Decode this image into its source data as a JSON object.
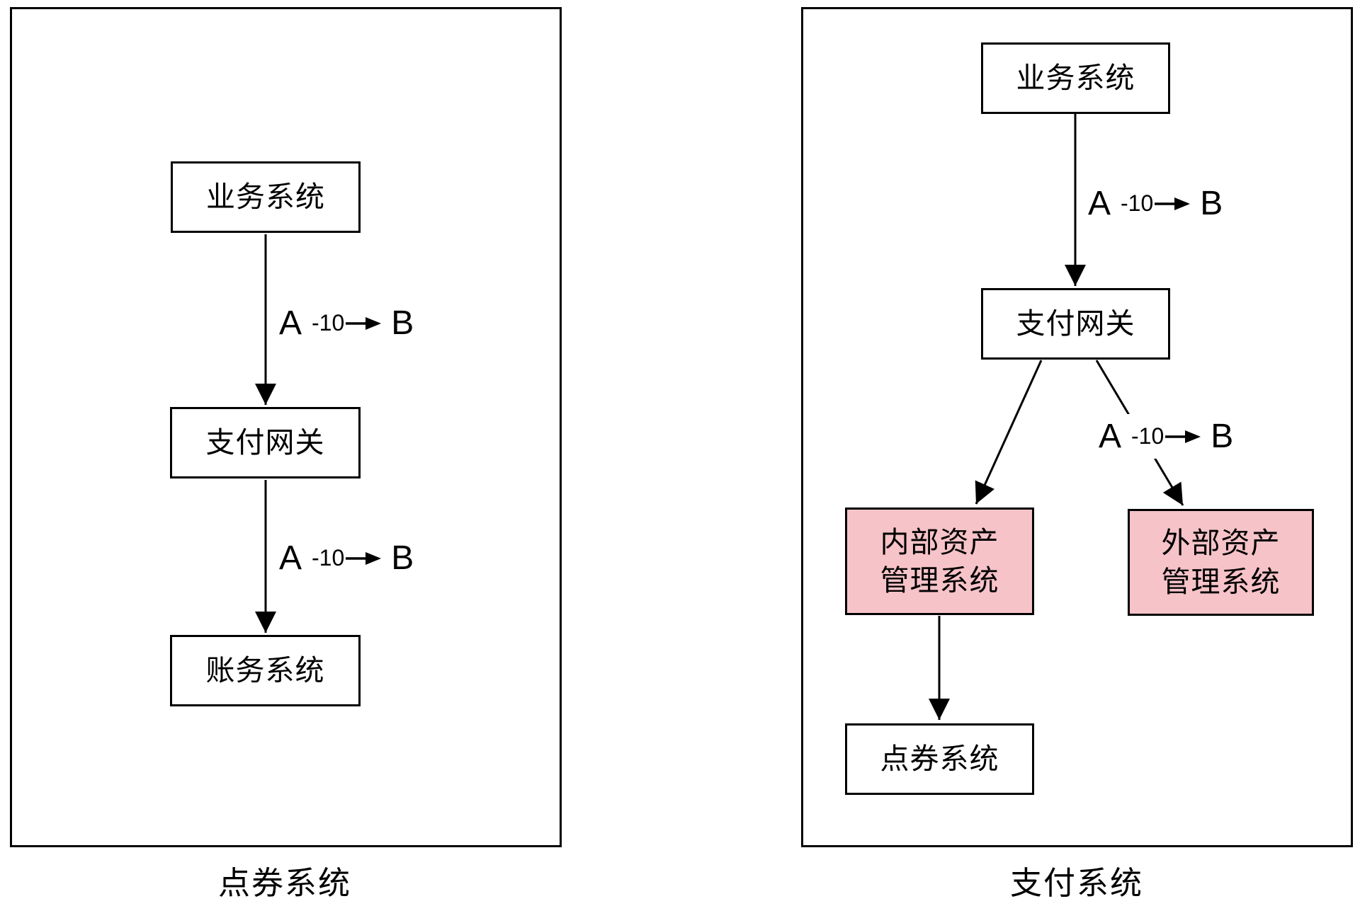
{
  "colors": {
    "stroke": "#000000",
    "node_fill": "#FFFFFF",
    "highlight_fill": "#F6C3C8"
  },
  "left_panel": {
    "title": "点券系统",
    "nodes": {
      "business": "业务系统",
      "gateway": "支付网关",
      "accounting": "账务系统"
    },
    "edges": {
      "e1": {
        "from": "A",
        "amount": "-10",
        "to": "B"
      },
      "e2": {
        "from": "A",
        "amount": "-10",
        "to": "B"
      }
    }
  },
  "right_panel": {
    "title": "支付系统",
    "nodes": {
      "business": "业务系统",
      "gateway": "支付网关",
      "internal_asset": {
        "line1": "内部资产",
        "line2": "管理系统"
      },
      "external_asset": {
        "line1": "外部资产",
        "line2": "管理系统"
      },
      "coupon": "点券系统"
    },
    "edges": {
      "e1": {
        "from": "A",
        "amount": "-10",
        "to": "B"
      },
      "e2": {
        "from": "A",
        "amount": "-10",
        "to": "B"
      }
    }
  }
}
